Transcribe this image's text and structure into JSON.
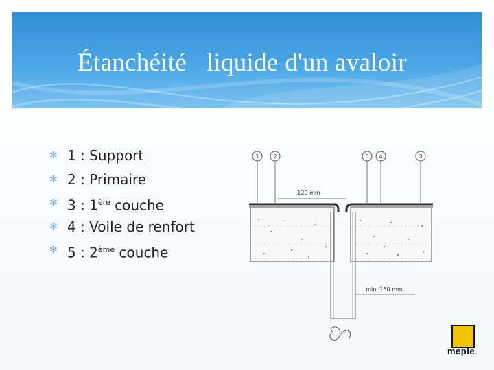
{
  "slide": {
    "title": "Étanchéité   liquide d'un avaloir"
  },
  "bullets": [
    {
      "prefix": "1 : Support",
      "sup": "",
      "suffix": ""
    },
    {
      "prefix": "2 : Primaire",
      "sup": "",
      "suffix": ""
    },
    {
      "prefix": "3 : 1",
      "sup": "ère",
      "suffix": " couche"
    },
    {
      "prefix": "4 : Voile de renfort",
      "sup": "",
      "suffix": ""
    },
    {
      "prefix": "5 : 2",
      "sup": "ème",
      "suffix": " couche"
    }
  ],
  "drawing": {
    "callouts": [
      "1",
      "2",
      "5",
      "4",
      "3"
    ],
    "dim_top": "120 mm",
    "dim_bottom": "min. 150 mm"
  },
  "logo": {
    "text": "meple"
  },
  "colors": {
    "banner": "#3b97dc",
    "bullet": "#6aa9d8",
    "logo": "#f2c400"
  },
  "icons": {
    "bullet": "asterisk-icon"
  }
}
